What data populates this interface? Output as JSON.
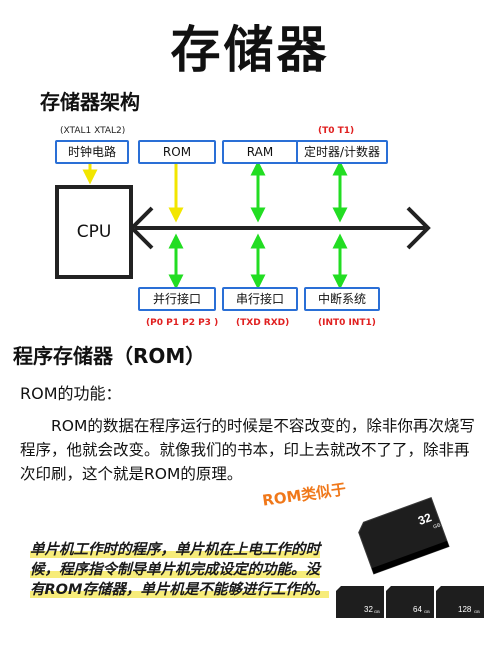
{
  "title": "存储器",
  "architecture": {
    "heading": "存储器架构",
    "cpu_label": "CPU",
    "top_boxes": [
      "时钟电路",
      "ROM",
      "RAM",
      "定时器/计数器"
    ],
    "bottom_boxes": [
      "并行接口",
      "串行接口",
      "中断系统"
    ],
    "notes": {
      "xtal": "(XTAL1  XTAL2)",
      "timers": "(T0    T1)",
      "ports": "(P0  P1  P2  P3 )",
      "serial": "(TXD  RXD)",
      "interrupts": "(INT0  INT1)"
    },
    "colors": {
      "box_border": "#2a6fd6",
      "cpu_border": "#222222",
      "bus": "#222222",
      "green_arrow": "#22dd22",
      "yellow_arrow": "#f2e600",
      "note_red": "#e02020"
    }
  },
  "rom_section": {
    "heading": "程序存储器（ROM）",
    "function_label": "ROM的功能：",
    "paragraph": "ROM的数据在程序运行的时候是不容改变的，除非你再次烧写程序，他就会改变。就像我们的书本，印上去就改不了了，除非再次印刷，这个就是ROM的原理。",
    "like_label": "ROM类似于",
    "highlight_text": "单片机工作时的程序，单片机在上电工作的时候，程序指令制导单片机完成设定的功能。没有ROM存储器，单片机是不能够进行工作的。",
    "sd_cards": {
      "large": "32",
      "small": [
        "32",
        "64",
        "128"
      ],
      "unit": "GB"
    }
  }
}
